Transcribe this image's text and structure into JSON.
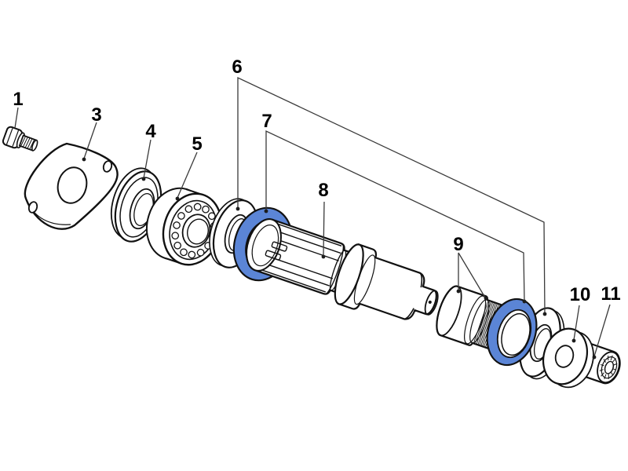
{
  "diagram": {
    "kind": "exploded-parts-diagram",
    "background": "#ffffff",
    "line_color": "#111111",
    "leader_color": "#3a3a3a",
    "highlight_color": "#5b85d6"
  },
  "callouts": [
    {
      "num": "1"
    },
    {
      "num": "3"
    },
    {
      "num": "4"
    },
    {
      "num": "5"
    },
    {
      "num": "6"
    },
    {
      "num": "7"
    },
    {
      "num": "8"
    },
    {
      "num": "9"
    },
    {
      "num": "10"
    },
    {
      "num": "11"
    }
  ]
}
